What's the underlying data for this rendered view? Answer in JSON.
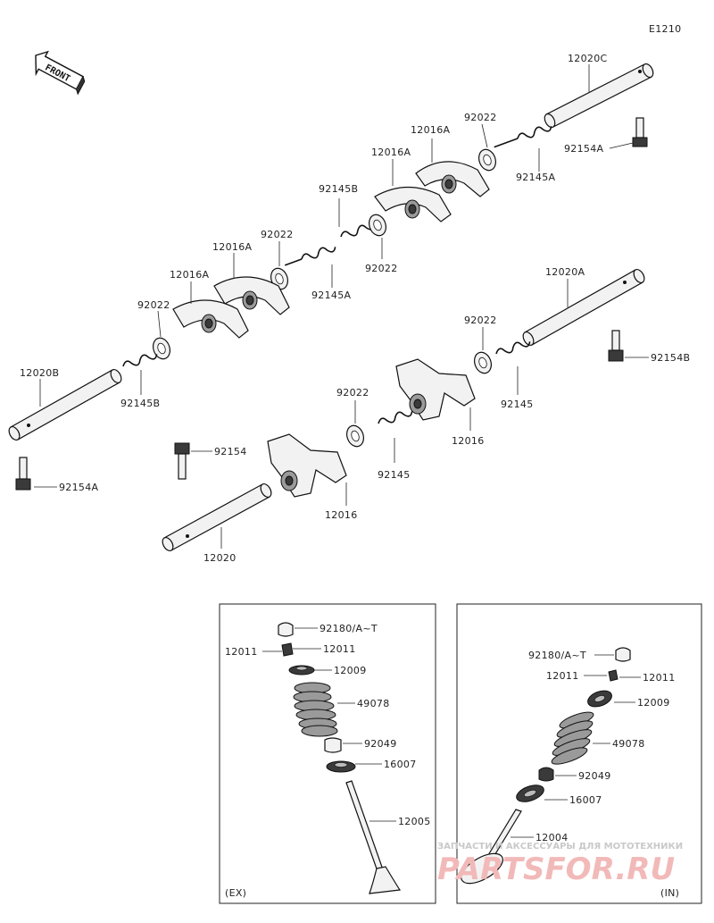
{
  "diagram_code": "E1210",
  "front_label": "FRONT",
  "labels": {
    "p12020C": "12020C",
    "p92154A_top": "92154A",
    "p92022_top": "92022",
    "p92145A_top": "92145A",
    "p12016A_1": "12016A",
    "p12016A_2": "12016A",
    "p92145B_top": "92145B",
    "p92022_mid": "92022",
    "p92022_a": "92022",
    "p92145A_mid": "92145A",
    "p12016A_3": "12016A",
    "p12016A_4": "12016A",
    "p92022_left": "92022",
    "p12020B": "12020B",
    "p92145B_left": "92145B",
    "p92154A_left": "92154A",
    "p12020A": "12020A",
    "p92154B": "92154B",
    "p92022_r": "92022",
    "p92145_r": "92145",
    "p12016_r": "12016",
    "p92022_c": "92022",
    "p92145_c": "92145",
    "p92154": "92154",
    "p12016_c": "12016",
    "p12020": "12020"
  },
  "ex_box": {
    "tag": "(EX)",
    "cotter": "92180/A~T",
    "keeper_left": "12011",
    "keeper_right": "12011",
    "retainer": "12009",
    "spring": "49078",
    "seal": "92049",
    "seat": "16007",
    "valve": "12005"
  },
  "in_box": {
    "tag": "(IN)",
    "cotter": "92180/A~T",
    "keeper_left": "12011",
    "keeper_right": "12011",
    "retainer": "12009",
    "spring": "49078",
    "seal": "92049",
    "seat": "16007",
    "valve": "12004"
  },
  "watermark": {
    "line1": "ЗАПЧАСТИ И АКСЕССУАРЫ ДЛЯ МОТОТЕХНИКИ",
    "line2": "PARTSFOR.RU"
  }
}
